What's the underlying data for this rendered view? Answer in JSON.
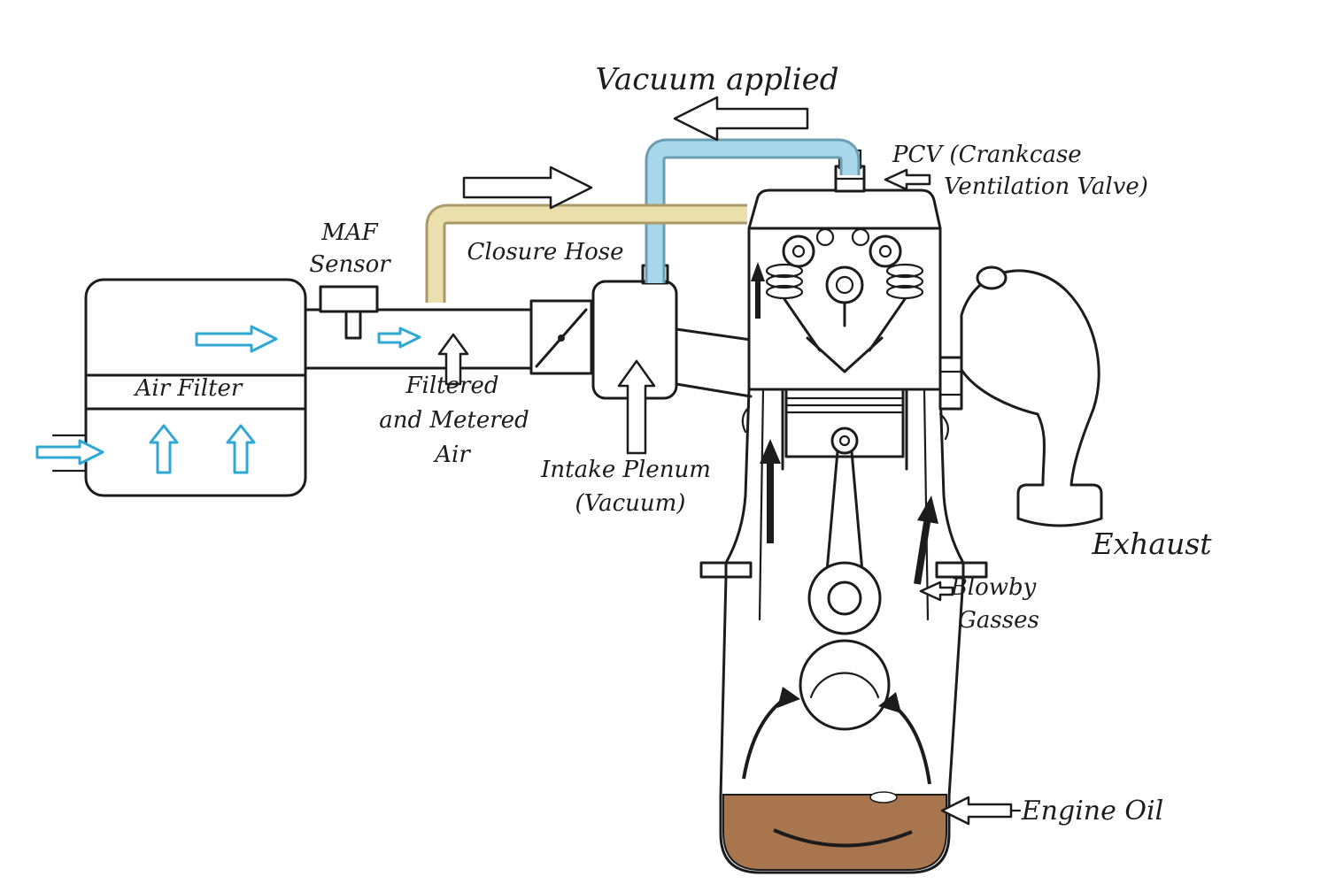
{
  "diagram": {
    "title": "PCV system airflow diagram",
    "labels": {
      "vacuum_applied": "Vacuum applied",
      "pcv_line1": "PCV (Crankcase",
      "pcv_line2": "Ventilation Valve)",
      "maf_line1": "MAF",
      "maf_line2": "Sensor",
      "closure_hose": "Closure Hose",
      "air_filter": "Air Filter",
      "filtered_air_line1": "Filtered",
      "filtered_air_line2": "and Metered",
      "filtered_air_line3": "Air",
      "intake_plenum_line1": "Intake Plenum",
      "intake_plenum_line2": "(Vacuum)",
      "exhaust": "Exhaust",
      "blowby_line1": "Blowby",
      "blowby_line2": "Gasses",
      "engine_oil": "Engine Oil"
    },
    "colors": {
      "vacuum_hose": "#a9d7ea",
      "closure_hose": "#ecdfae",
      "air_arrow": "#2fa8d5",
      "engine_oil": "#a9754e",
      "line": "#1c1c1c"
    }
  }
}
